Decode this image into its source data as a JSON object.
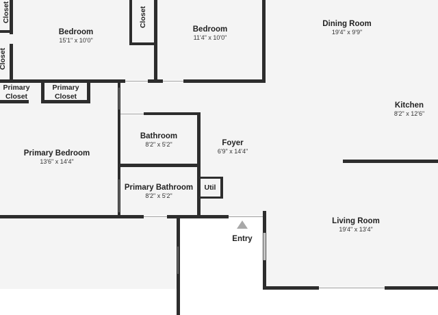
{
  "rooms": {
    "bedroom1": {
      "name": "Bedroom",
      "dims": "15'1\" x 10'0\""
    },
    "bedroom2": {
      "name": "Bedroom",
      "dims": "11'4\" x 10'0\""
    },
    "dining": {
      "name": "Dining Room",
      "dims": "19'4\" x 9'9\""
    },
    "kitchen": {
      "name": "Kitchen",
      "dims": "8'2\" x 12'6\""
    },
    "primary_bedroom": {
      "name": "Primary Bedroom",
      "dims": "13'6\" x 14'4\""
    },
    "bathroom": {
      "name": "Bathroom",
      "dims": "8'2\" x 5'2\""
    },
    "foyer": {
      "name": "Foyer",
      "dims": "6'9\" x 14'4\""
    },
    "primary_bathroom": {
      "name": "Primary Bathroom",
      "dims": "8'2\" x 5'2\""
    },
    "living": {
      "name": "Living Room",
      "dims": "19'4\" x 13'4\""
    }
  },
  "closets": {
    "closet_left_top": "Closet",
    "closet_left_mid": "Closet",
    "closet_center": "Closet",
    "primary_closet_1_line1": "Primary",
    "primary_closet_1_line2": "Closet",
    "primary_closet_2_line1": "Primary",
    "primary_closet_2_line2": "Closet"
  },
  "util": "Util",
  "entry": {
    "label": "Entry",
    "icon": "entry-arrow-icon"
  },
  "colors": {
    "wall": "#2d2d2d",
    "floor": "#f4f4f4",
    "background": "#ffffff",
    "entry_arrow": "#a8a8a8"
  }
}
